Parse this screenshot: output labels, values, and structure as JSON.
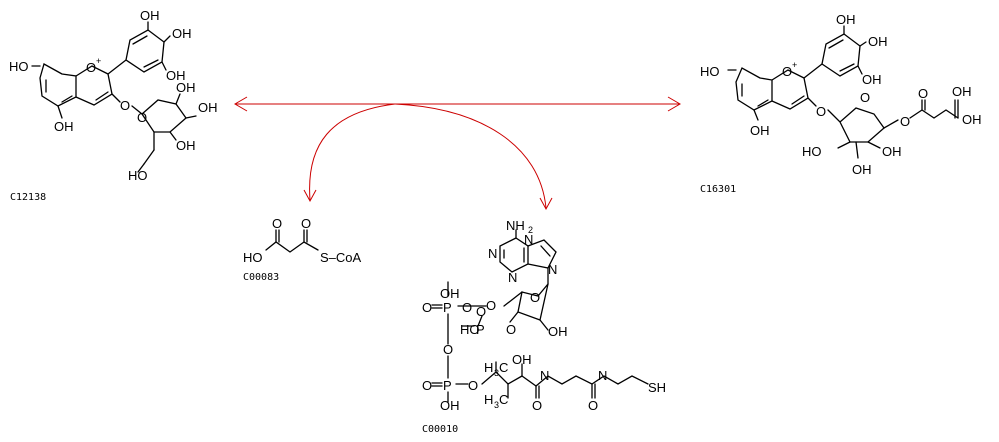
{
  "compounds": [
    {
      "id": "C12138"
    },
    {
      "id": "C16301"
    },
    {
      "id": "C00083",
      "coa_label": "S–CoA"
    },
    {
      "id": "C00010"
    }
  ],
  "atom_labels": {
    "OH": "OH",
    "HO": "HO",
    "O": "O",
    "O_plus": "O",
    "plus": "+",
    "NH2": "NH",
    "sub2": "2",
    "N": "N",
    "P": "P",
    "SH": "SH",
    "H3C": "H",
    "sub3": "3",
    "C": "C"
  },
  "colors": {
    "reaction_arrow": "#cc0000",
    "structure": "#000000"
  }
}
